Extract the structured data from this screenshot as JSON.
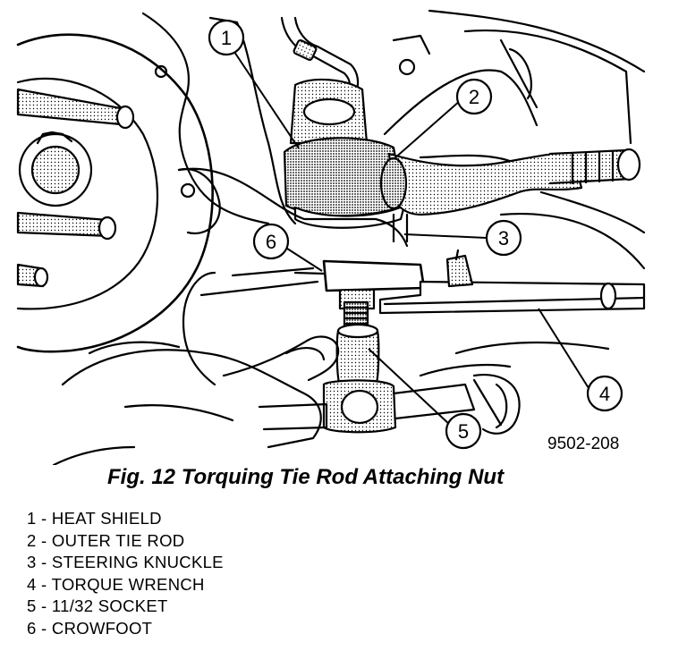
{
  "figure": {
    "id": "9502-208",
    "caption": "Fig. 12 Torquing Tie Rod Attaching Nut"
  },
  "callouts": [
    {
      "number": "1",
      "label": "HEAT SHIELD"
    },
    {
      "number": "2",
      "label": "OUTER TIE ROD"
    },
    {
      "number": "3",
      "label": "STEERING KNUCKLE"
    },
    {
      "number": "4",
      "label": "TORQUE WRENCH"
    },
    {
      "number": "5",
      "label": "11/32 SOCKET"
    },
    {
      "number": "6",
      "label": "CROWFOOT"
    }
  ],
  "legend": [
    "1 - HEAT SHIELD",
    "2 - OUTER TIE ROD",
    "3 - STEERING KNUCKLE",
    "4 - TORQUE WRENCH",
    "5 - 11/32 SOCKET",
    "6 - CROWFOOT"
  ]
}
